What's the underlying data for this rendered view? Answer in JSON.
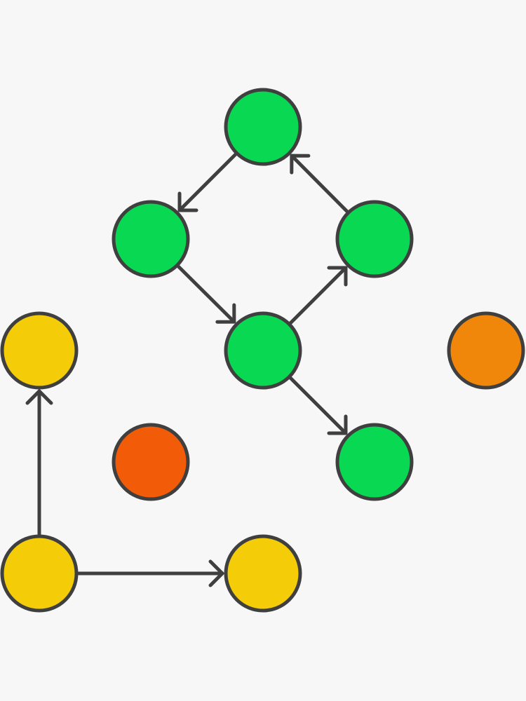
{
  "colors": {
    "background": "#f7f7f7",
    "outline": "#3f3f3f",
    "green": "#08d852",
    "yellow": "#f4cc08",
    "orange": "#f0870a",
    "red_orange": "#f25c08"
  },
  "nodes": [
    {
      "id": "g-top",
      "group": "green"
    },
    {
      "id": "g-left",
      "group": "green"
    },
    {
      "id": "g-right",
      "group": "green"
    },
    {
      "id": "g-center",
      "group": "green"
    },
    {
      "id": "g-bottom",
      "group": "green"
    },
    {
      "id": "y-top",
      "group": "yellow"
    },
    {
      "id": "y-bottom-left",
      "group": "yellow"
    },
    {
      "id": "y-bottom-right",
      "group": "yellow"
    },
    {
      "id": "o-right",
      "group": "orange"
    },
    {
      "id": "r-middle",
      "group": "red_orange"
    }
  ],
  "edges": [
    {
      "from": "g-top",
      "to": "g-left"
    },
    {
      "from": "g-left",
      "to": "g-center"
    },
    {
      "from": "g-center",
      "to": "g-right"
    },
    {
      "from": "g-right",
      "to": "g-top"
    },
    {
      "from": "g-center",
      "to": "g-bottom"
    },
    {
      "from": "y-bottom-left",
      "to": "y-top"
    },
    {
      "from": "y-bottom-left",
      "to": "y-bottom-right"
    }
  ]
}
